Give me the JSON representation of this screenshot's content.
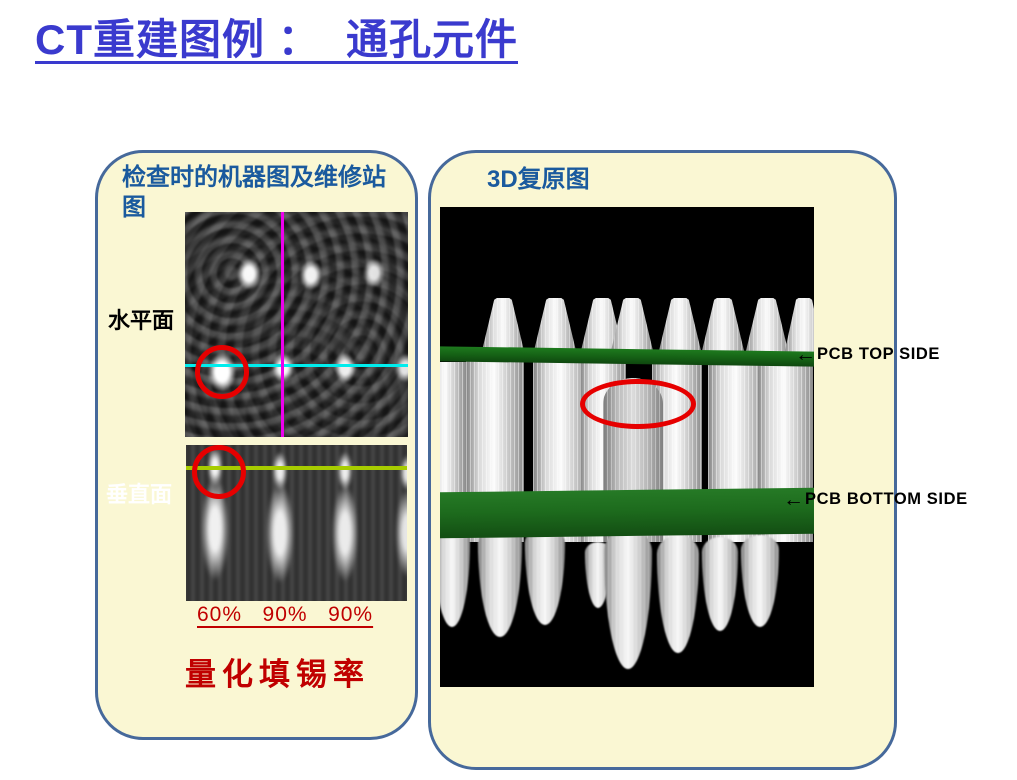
{
  "slide": {
    "title": "CT重建图例 ：  通孔元件"
  },
  "left_panel": {
    "header": "检查时的机器图及维修站图",
    "horizontal_plane_label": "水平面",
    "vertical_plane_label": "垂直面",
    "fill_percentages_display": "60%   90%   90%",
    "fill_percentages": [
      "60%",
      "90%",
      "90%"
    ],
    "caption": "量化填锡率"
  },
  "right_panel": {
    "header": "3D复原图",
    "pcb_top_label": "PCB TOP SIDE",
    "pcb_bottom_label": "PCB BOTTOM SIDE",
    "arrow_icon": "←"
  },
  "colors": {
    "title_blue": "#3a3ace",
    "panel_background": "#faf7d3",
    "panel_border_blue": "#46699b",
    "header_blue": "#1a5a9e",
    "accent_red": "#c00000",
    "marker_red": "#e60000",
    "crosshair_cyan": "#00eded",
    "crosshair_magenta": "#ee00ee",
    "crosshair_yellowgreen": "#a7cc00",
    "pcb_green": "#1d6b1d"
  }
}
